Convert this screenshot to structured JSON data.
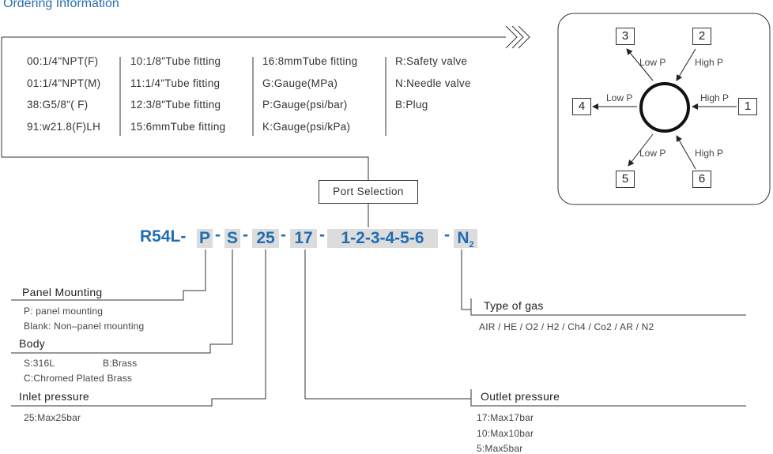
{
  "title": "Ordering Information",
  "options": {
    "col1": [
      "00:1/4\"NPT(F)",
      "01:1/4\"NPT(M)",
      "38:G5/8\"( F)",
      "91:w21.8(F)LH"
    ],
    "col2": [
      "10:1/8\"Tube fitting",
      "11:1/4\"Tube fitting",
      "12:3/8\"Tube fitting",
      "15:6mmTube fitting"
    ],
    "col3": [
      "16:8mmTube fitting",
      "G:Gauge(MPa)",
      "P:Gauge(psi/bar)",
      "K:Gauge(psi/kPa)"
    ],
    "col4": [
      "R:Safety valve",
      "N:Needle valve",
      "B:Plug"
    ]
  },
  "port_selection": "Port Selection",
  "code": {
    "prefix": "R54L-",
    "seg_p": "P",
    "seg_s": "S",
    "seg_inlet": "25",
    "seg_outlet": "17",
    "seg_ports": "1-2-3-4-5-6",
    "seg_gas": "N",
    "seg_gas_sub": "2",
    "dash": "-"
  },
  "panel": {
    "header": "Panel Mounting",
    "line1": "P: panel mounting",
    "line2": "Blank: Non–panel mounting"
  },
  "body": {
    "header": "Body",
    "line1a": "S:316L",
    "line1b": "B:Brass",
    "line2": "C:Chromed Plated Brass"
  },
  "inlet": {
    "header": "Inlet pressure",
    "line1": "25:Max25bar"
  },
  "gas": {
    "header": "Type  of  gas",
    "line1": "AIR / HE / O2  / H2  / Ch4 / Co2  / AR / N2"
  },
  "outlet": {
    "header": "Outlet pressure",
    "lines": [
      "17:Max17bar",
      "10:Max10bar",
      "5:Max5bar"
    ]
  },
  "port_diagram": {
    "ports": [
      "1",
      "2",
      "3",
      "4",
      "5",
      "6"
    ],
    "low_p": "Low P",
    "high_p": "High P"
  }
}
